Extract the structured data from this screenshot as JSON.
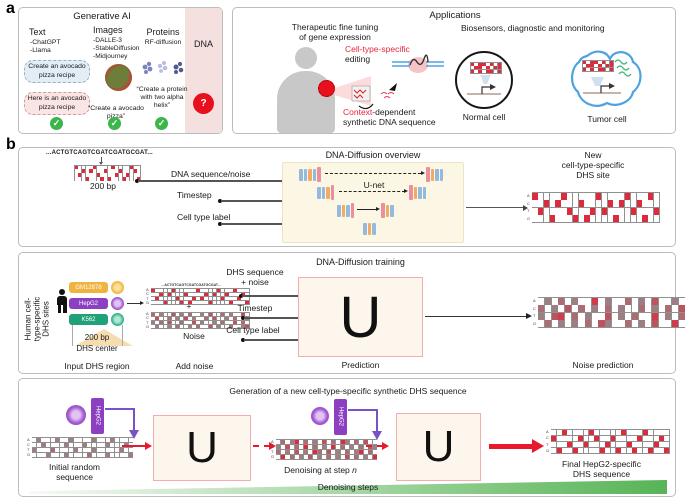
{
  "panel_a": {
    "label": "a",
    "check_glyph": "✓",
    "genai": {
      "title": "Generative AI",
      "text_heading": "Text",
      "text_items": [
        "-ChatGPT",
        "-Llama"
      ],
      "bubble1": "Create an avocado pizza recipe",
      "bubble2": "Here is an avocado pizza recipe",
      "images_heading": "Images",
      "images_items": [
        "-DALLE-3",
        "-StableDiffusion",
        "-Midjourney"
      ],
      "images_caption": "“Create a avocado pizza”",
      "proteins_heading": "Proteins",
      "proteins_item": "RF-diffusion",
      "proteins_caption": "“Create a protein with two alpha helix”",
      "dna_heading": "DNA",
      "question_mark": "?"
    },
    "apps": {
      "title": "Applications",
      "therapeutic_lines": [
        "Therapeutic fine tuning",
        "of gene expression"
      ],
      "editing_red": "Cell-type-specific",
      "editing_black": "editing",
      "context_red": "Context",
      "context_black": "-dependent",
      "context_line2": "synthetic DNA sequence",
      "biosensors_heading": "Biosensors, diagnostic and monitoring",
      "normal_cell": "Normal cell",
      "tumor_cell": "Tumor cell"
    }
  },
  "panel_b": {
    "label": "b",
    "overview": {
      "title": "DNA-Diffusion overview",
      "seq": "...ACTGTCAGTCGATCGATGCGAT...",
      "bp": "200 bp",
      "in0": "DNA sequence/noise",
      "in1": "Timestep",
      "in2": "Cell type label",
      "unet": "U-net",
      "out_lines": [
        "New",
        "cell-type-specific",
        "DHS site"
      ]
    },
    "training": {
      "title": "DNA-Diffusion training",
      "side_lines": [
        "Human cell-",
        "type-specific",
        "DHS sites"
      ],
      "cell_lines": [
        {
          "name": "GM12878",
          "color": "#f0b33f"
        },
        {
          "name": "HepG2",
          "color": "#8c3fc0"
        },
        {
          "name": "K562",
          "color": "#21a178"
        }
      ],
      "bp": "200 bp",
      "dhs_center": "DHS center",
      "input_caption": "Input DHS region",
      "seq_tiny": "...ACTGTCAGTCGATCGATGCGAT...",
      "plus": "+",
      "noise_caption": "Noise",
      "add_noise_caption": "Add noise",
      "in0_lines": [
        "DHS sequence",
        "+ noise"
      ],
      "in1": "Timestep",
      "in2": "Cell type label",
      "u": "U",
      "prediction_caption": "Prediction",
      "output_caption": "Noise prediction"
    },
    "generation": {
      "title": "Generation of a new cell-type-specific synthetic DHS sequence",
      "tag": "HepG2",
      "u": "U",
      "initial_lines": [
        "Initial random",
        "sequence"
      ],
      "denoise_pre": "Denoising at step ",
      "denoise_n": "n",
      "final_lines": [
        "Final HepG2-specific",
        "DHS sequence"
      ],
      "steps_caption": "Denoising steps"
    }
  },
  "colors": {
    "grid_red": "#dd2a3c",
    "arrow_red": "#e8192c",
    "check_green": "#3cb54a",
    "wedge_green": "#57b456",
    "dna_strip_pink": "#f5e0e0",
    "cream": "#fbf7e4",
    "u_border": "#f2aeae",
    "bar_blue": "#93bade",
    "bar_orange": "#f2ab62",
    "bar_pink": "#ea8f9d",
    "gm12878_yellow": "#f0b33f",
    "hepg2_purple": "#8c3fc0",
    "k562_green": "#21a178",
    "tumor_blue": "#4da3e0",
    "squiggle_green": "#3cb878"
  },
  "grids": {
    "cell_a_normal": {
      "cw": 3.4,
      "ch": 3.2,
      "pattern": [
        "X.XX.X.X",
        ".XX.X.XX",
        "X.X.XX.X"
      ]
    },
    "cell_a_tumor": {
      "cw": 3.4,
      "ch": 3.2,
      "pattern": [
        "X.XX.X.X",
        ".XX.X.XX",
        "X.X.XX.X"
      ]
    },
    "ov_input": {
      "cw": 3.2,
      "ch": 3.4,
      "onehot": "021310231302132013"
    },
    "ov_output": {
      "cw": 5.3,
      "ch": 7,
      "labels": [
        "A",
        "C",
        "T",
        "G"
      ],
      "onehot": "0213102313202131021302"
    },
    "tr_input": {
      "cw": 3.6,
      "ch": 3.6,
      "labels": [
        "A",
        "C",
        "T",
        "G"
      ],
      "onehot": "021310231320213102130213"
    },
    "tr_noise": {
      "cw": 3.6,
      "ch": 3.6,
      "labels": [
        "A",
        "C",
        "T",
        "G"
      ],
      "pattern": [
        "2.1..3.1.2..1.3..2.1..3.",
        ".3..2.1.3.1..2.3..1.2..1",
        "1.2.3..2..3.1..1.2..3.2.",
        ".1..1.2..1.2..3.1..2..13"
      ]
    },
    "tr_pred": {
      "cw": 6.2,
      "ch": 7,
      "labels": [
        "A",
        "C",
        "T",
        "G"
      ],
      "pattern": [
        ".1.2.1..4.1..2.1.3..1.",
        "2.1.3.2.1.2.1..2.1.2.3",
        "1.34.2.1..3.1.2..4.1.2",
        ".2.1.1.2.31..2.1.3..4."
      ]
    },
    "gen_init": {
      "cw": 4.1,
      "ch": 4.6,
      "labels": [
        "A",
        "C",
        "T",
        "G"
      ],
      "pattern": [
        ".1...1..1....1...1....",
        "..1....1...1....1...1.",
        "1...2....1...1.....1..",
        "...1...1....2...1....1"
      ]
    },
    "gen_step": {
      "cw": 4.1,
      "ch": 4.6,
      "labels": [
        "A",
        "C",
        "T",
        "G"
      ],
      "pattern": [
        ".2.1X.2.1.3.2.X1.2.3..",
        "1.3.2.X.2.1.X.2.1.2.31",
        "2.1.3.1.X2.3.1.2.1X.2.",
        ".X.2.1.3.1.2.1.3.2.1.X"
      ]
    },
    "gen_final": {
      "cw": 4.9,
      "ch": 5.6,
      "labels": [
        "A",
        "C",
        "T",
        "G"
      ],
      "onehot": "1302312013213023103213"
    }
  }
}
